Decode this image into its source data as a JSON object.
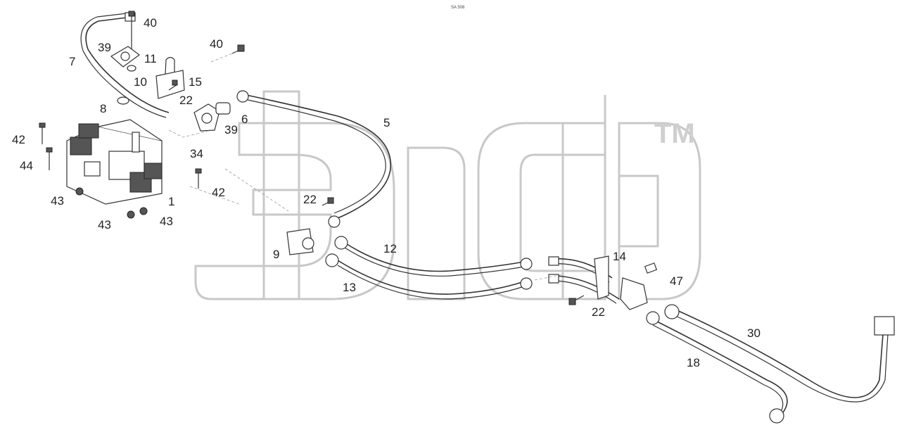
{
  "header_code": "SA 508",
  "watermark": {
    "trademark": "TM"
  },
  "callouts": [
    {
      "id": "c40a",
      "text": "40"
    },
    {
      "id": "c39a",
      "text": "39"
    },
    {
      "id": "c7",
      "text": "7"
    },
    {
      "id": "c11",
      "text": "11"
    },
    {
      "id": "c10",
      "text": "10"
    },
    {
      "id": "c15",
      "text": "15"
    },
    {
      "id": "c40b",
      "text": "40"
    },
    {
      "id": "c22a",
      "text": "22"
    },
    {
      "id": "c8",
      "text": "8"
    },
    {
      "id": "c6",
      "text": "6"
    },
    {
      "id": "c5",
      "text": "5"
    },
    {
      "id": "c39b",
      "text": "39"
    },
    {
      "id": "c42a",
      "text": "42"
    },
    {
      "id": "c34",
      "text": "34"
    },
    {
      "id": "c44",
      "text": "44"
    },
    {
      "id": "c42b",
      "text": "42"
    },
    {
      "id": "c22b",
      "text": "22"
    },
    {
      "id": "c43a",
      "text": "43"
    },
    {
      "id": "c1",
      "text": "1"
    },
    {
      "id": "c43b",
      "text": "43"
    },
    {
      "id": "c43c",
      "text": "43"
    },
    {
      "id": "c12",
      "text": "12"
    },
    {
      "id": "c9",
      "text": "9"
    },
    {
      "id": "c14",
      "text": "14"
    },
    {
      "id": "c13",
      "text": "13"
    },
    {
      "id": "c47",
      "text": "47"
    },
    {
      "id": "c22c",
      "text": "22"
    },
    {
      "id": "c30",
      "text": "30"
    },
    {
      "id": "c18",
      "text": "18"
    }
  ]
}
